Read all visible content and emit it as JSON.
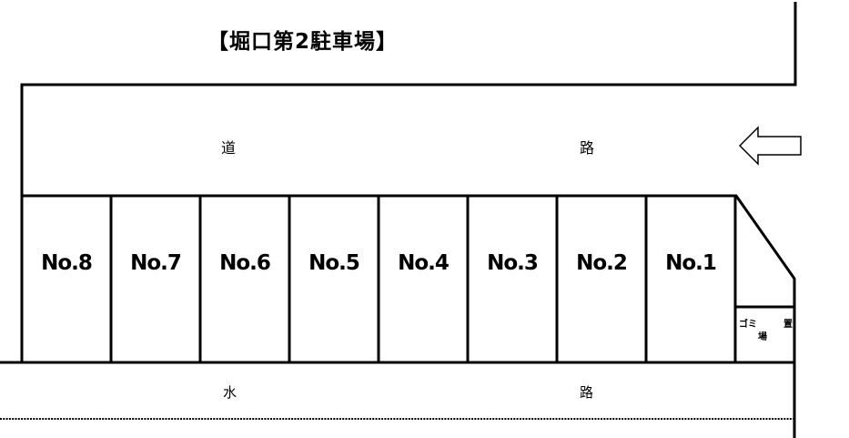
{
  "title": "【堀口第2駐車場】",
  "road": {
    "chars": [
      "道",
      "路"
    ]
  },
  "canal": {
    "chars": [
      "水",
      "路"
    ]
  },
  "stalls": [
    {
      "label": "No.8"
    },
    {
      "label": "No.7"
    },
    {
      "label": "No.6"
    },
    {
      "label": "No.5"
    },
    {
      "label": "No.4"
    },
    {
      "label": "No.3"
    },
    {
      "label": "No.2"
    },
    {
      "label": "No.1"
    }
  ],
  "garbage_area": {
    "line1_a": "ゴミ",
    "line1_b": "置",
    "line2": "場"
  },
  "direction_arrow": {
    "icon": "left-arrow-icon",
    "direction": "left"
  },
  "colors": {
    "line": "#000000",
    "background": "#ffffff"
  }
}
